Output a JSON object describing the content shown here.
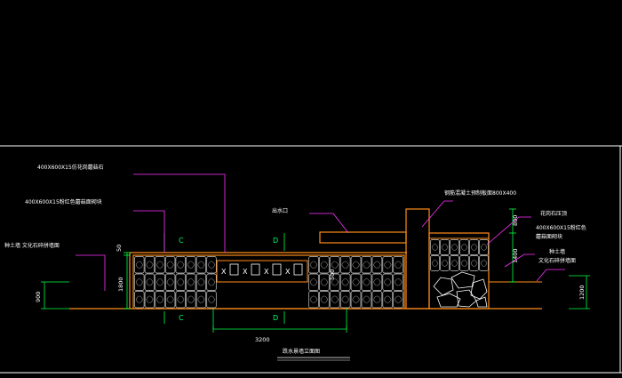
{
  "colors": {
    "background": "#000000",
    "frame_line": "#ffffff",
    "structure": "#ff8c1a",
    "dimension": "#00ff44",
    "leader": "#ff33ff",
    "text": "#ffffff",
    "stone_pattern": "#c8c8c8"
  },
  "labels": {
    "top_stone": "400X600X15仿花岗蘑菇石",
    "red_stone": "400X600X15粉红色蘑菇面砌块",
    "left_ground": "种土墙 文化石碎拼墙面",
    "water_outlet": "出水口",
    "top_slab": "钢筋混凝土预制板面800X400",
    "right_slab": "花岗石压顶",
    "right_stone_1": "400X600X15粉红色",
    "right_stone_2": "蘑菇面砌块",
    "right_ground_1": "种土墙",
    "right_ground_2": "文化石碎拼墙面",
    "title": "跌水景墙立面图"
  },
  "dimensions": {
    "d50": "50",
    "d1800": "1800",
    "d900": "900",
    "d3200": "3200",
    "d800": "800",
    "d1400": "1400",
    "d1200": "1200",
    "d500": "500"
  },
  "sections": {
    "c_top": "C",
    "c_bottom": "C",
    "d_top": "D",
    "d_bottom": "D"
  },
  "panel_marks": [
    "X",
    "X",
    "X",
    "X"
  ]
}
